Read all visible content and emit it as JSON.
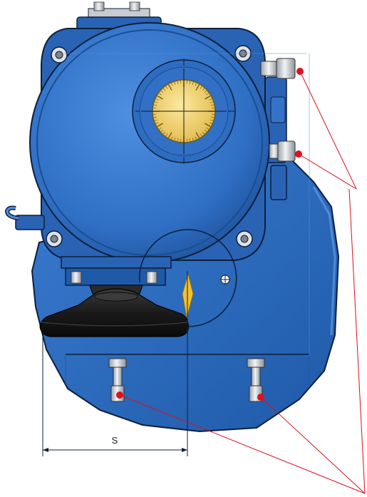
{
  "diagram": {
    "dimension_label": "S",
    "colors": {
      "body_blue": "#2f6fc4",
      "body_blue_dark": "#1d4f97",
      "outline": "#0d1f3c",
      "dial_yellow": "#f1d36a",
      "handwheel": "#1e1e1e",
      "leader_red": "#d8101e",
      "screw_grey": "#c8ccd2"
    },
    "callouts": [
      {
        "name": "upper-screw-callout"
      },
      {
        "name": "middle-screw-callout"
      },
      {
        "name": "lower-left-screw-callout"
      },
      {
        "name": "lower-right-screw-callout"
      }
    ]
  }
}
